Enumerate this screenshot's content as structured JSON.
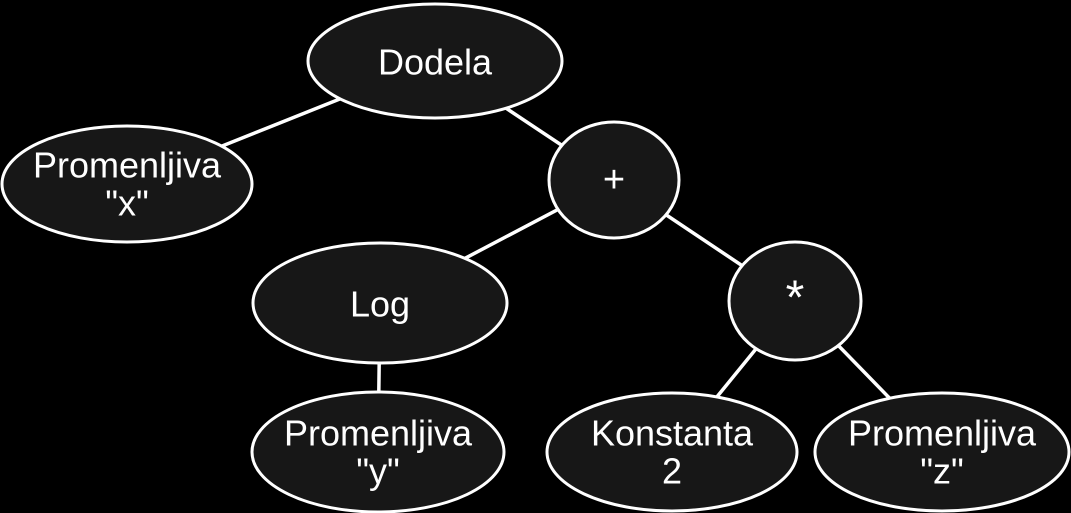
{
  "diagram": {
    "kind": "abstract-syntax-tree",
    "colors": {
      "background": "#000000",
      "node_fill": "#171717",
      "node_stroke": "#ffffff",
      "edge": "#ffffff",
      "text": "#ffffff"
    },
    "nodes": {
      "dodela": {
        "label": "Dodela"
      },
      "promenljiva_x": {
        "label": "Promenljiva \"x\"",
        "line1": "Promenljiva",
        "line2": "\"x\""
      },
      "plus": {
        "label": "+"
      },
      "log": {
        "label": "Log"
      },
      "times": {
        "label": "*"
      },
      "promenljiva_y": {
        "label": "Promenljiva \"y\"",
        "line1": "Promenljiva",
        "line2": "\"y\""
      },
      "konstanta_2": {
        "label": "Konstanta 2",
        "line1": "Konstanta",
        "line2": "2"
      },
      "promenljiva_z": {
        "label": "Promenljiva \"z\"",
        "line1": "Promenljiva",
        "line2": "\"z\""
      }
    },
    "edges": [
      {
        "from": "dodela",
        "to": "promenljiva_x"
      },
      {
        "from": "dodela",
        "to": "plus"
      },
      {
        "from": "plus",
        "to": "log"
      },
      {
        "from": "plus",
        "to": "times"
      },
      {
        "from": "log",
        "to": "promenljiva_y"
      },
      {
        "from": "times",
        "to": "konstanta_2"
      },
      {
        "from": "times",
        "to": "promenljiva_z"
      }
    ]
  }
}
